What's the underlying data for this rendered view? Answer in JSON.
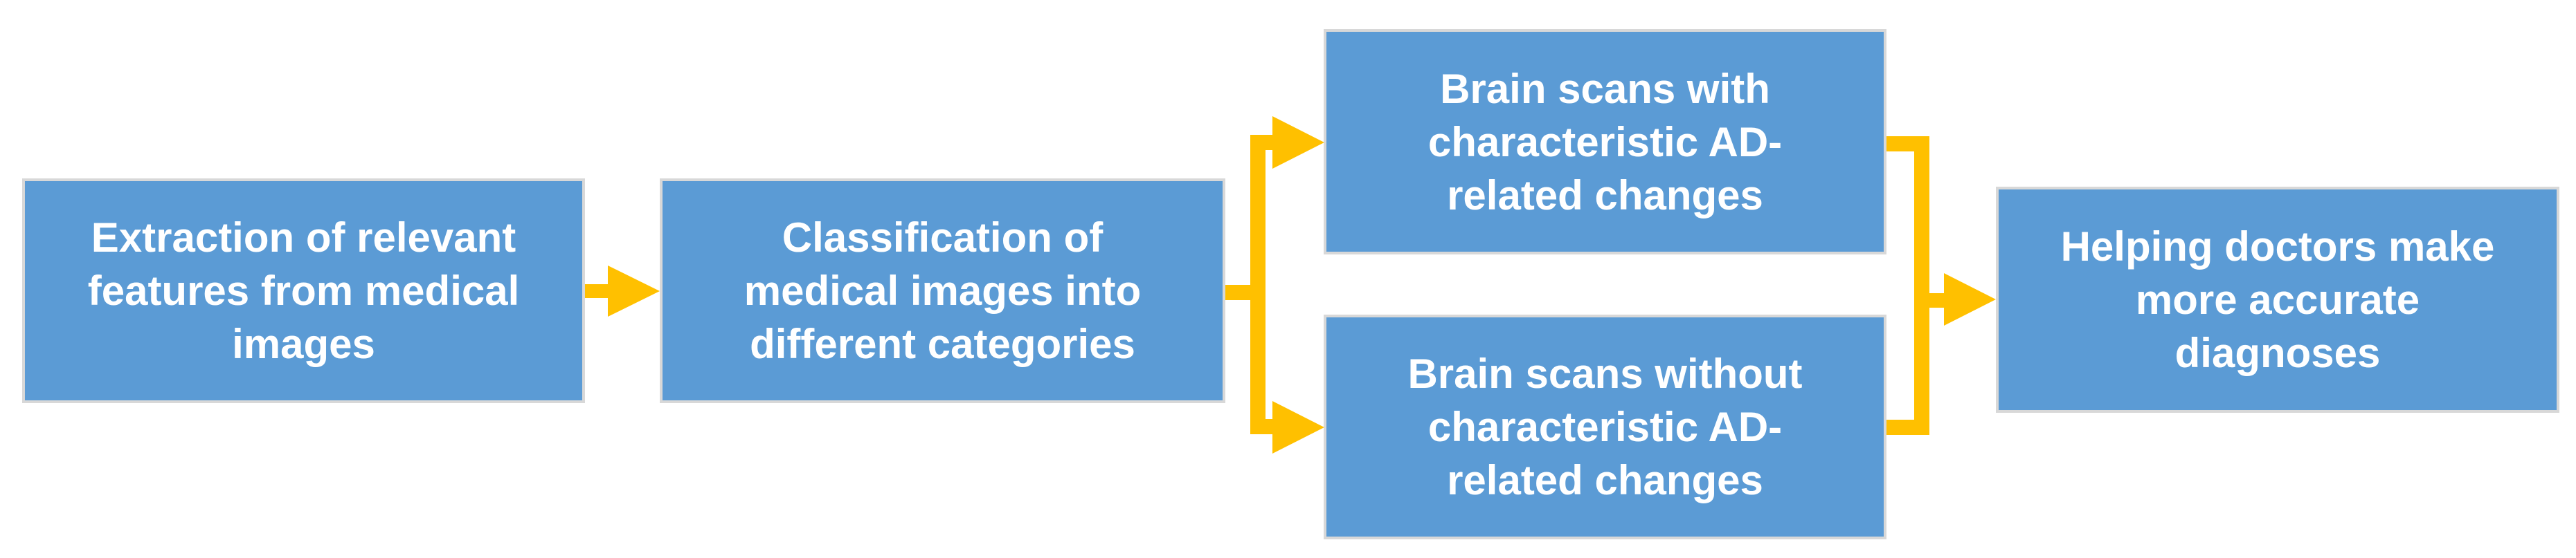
{
  "colors": {
    "box-fill": "#5B9BD5",
    "box-border": "#D8D8D8",
    "arrow": "#FFC000",
    "text": "#FFFFFF",
    "bg": "#FFFFFF"
  },
  "nodes": [
    {
      "id": "extract",
      "label": "Extraction of relevant features from medical images"
    },
    {
      "id": "classify",
      "label": "Classification of medical images into different categories"
    },
    {
      "id": "with_ad",
      "label": "Brain scans with characteristic AD-related changes"
    },
    {
      "id": "without_ad",
      "label": "Brain scans without characteristic AD-related changes"
    },
    {
      "id": "help",
      "label": "Helping doctors make more accurate diagnoses"
    }
  ],
  "edges": [
    {
      "from": "extract",
      "to": "classify"
    },
    {
      "from": "classify",
      "to": "with_ad"
    },
    {
      "from": "classify",
      "to": "without_ad"
    },
    {
      "from": "with_ad",
      "to": "help"
    },
    {
      "from": "without_ad",
      "to": "help"
    }
  ]
}
